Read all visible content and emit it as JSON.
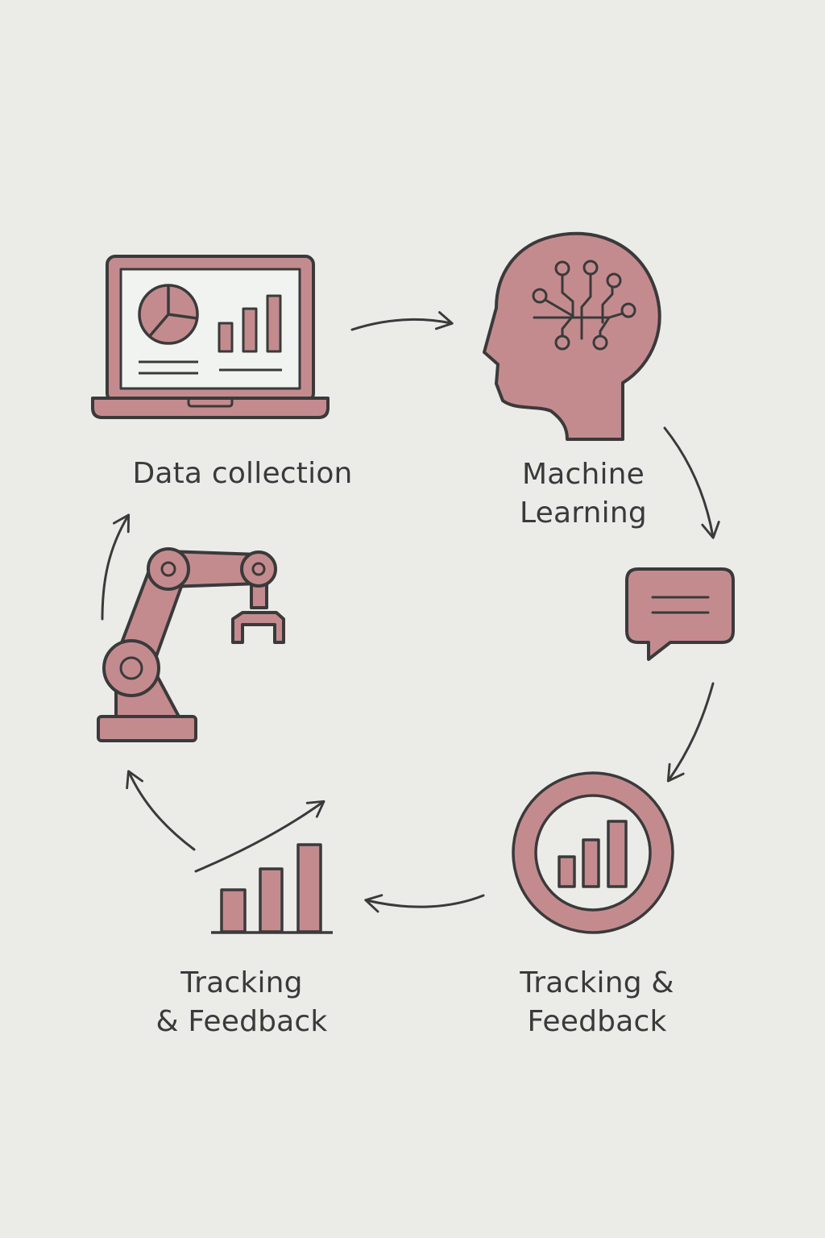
{
  "colors": {
    "background": "#ebebe8",
    "fill": "#c48b8f",
    "stroke": "#3a3a3a",
    "screen": "#f1f3f1"
  },
  "nodes": [
    {
      "id": "data-collection",
      "icon": "laptop-dashboard-icon",
      "label_lines": [
        "Data collection"
      ]
    },
    {
      "id": "machine-learning",
      "icon": "head-circuit-icon",
      "label_lines": [
        "Machine",
        "Learning"
      ]
    },
    {
      "id": "message",
      "icon": "chat-bubble-icon",
      "label_lines": []
    },
    {
      "id": "tracking-feedback-right",
      "icon": "circle-bar-chart-icon",
      "label_lines": [
        "Tracking &",
        "Feedback"
      ]
    },
    {
      "id": "tracking-feedback-left",
      "icon": "growth-bar-chart-icon",
      "label_lines": [
        "Tracking",
        "& Feedback"
      ]
    },
    {
      "id": "automation",
      "icon": "robot-arm-icon",
      "label_lines": []
    }
  ]
}
